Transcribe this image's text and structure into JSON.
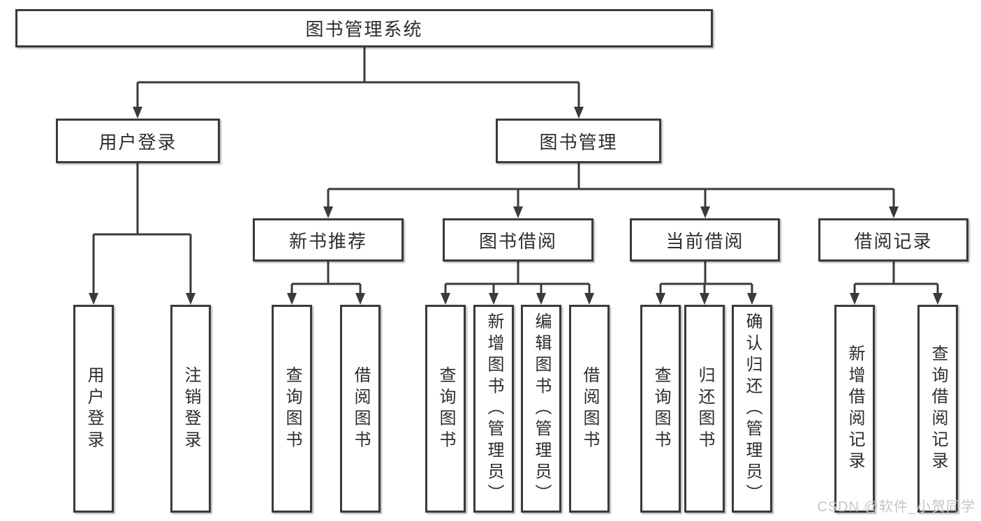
{
  "diagram": {
    "type": "hierarchy-tree",
    "colors": {
      "line": "#3a3a3a",
      "box_border": "#3a3a3a",
      "box_fill": "#ffffff",
      "text": "#2d2d2d",
      "watermark": "#c6c6c6",
      "background": "#ffffff"
    }
  },
  "tree": {
    "label": "图书管理系统",
    "children": [
      {
        "label": "用户登录",
        "children": [
          {
            "label": "用户登录"
          },
          {
            "label": "注销登录"
          }
        ]
      },
      {
        "label": "图书管理",
        "children": [
          {
            "label": "新书推荐",
            "children": [
              {
                "label": "查询图书"
              },
              {
                "label": "借阅图书"
              }
            ]
          },
          {
            "label": "图书借阅",
            "children": [
              {
                "label": "查询图书"
              },
              {
                "label": "新增图书（管理员）"
              },
              {
                "label": "编辑图书（管理员）"
              },
              {
                "label": "借阅图书"
              }
            ]
          },
          {
            "label": "当前借阅",
            "children": [
              {
                "label": "查询图书"
              },
              {
                "label": "归还图书"
              },
              {
                "label": "确认归还（管理员）"
              }
            ]
          },
          {
            "label": "借阅记录",
            "children": [
              {
                "label": "新增借阅记录"
              },
              {
                "label": "查询借阅记录"
              }
            ]
          }
        ]
      }
    ]
  },
  "watermark": {
    "text": "CSDN @软件_小贺同学"
  }
}
